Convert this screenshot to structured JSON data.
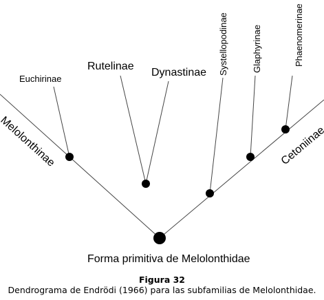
{
  "diagram": {
    "root_label": "Forma primitiva de Melolonthidae",
    "left_branch_label": "Melolonthinae",
    "right_branch_label": "Cetoniinae",
    "leaves": {
      "euchirinae": "Euchirinae",
      "rutelinae": "Rutelinae",
      "dynastinae": "Dynastinae",
      "systellopodinae": "Systellopodinae",
      "glaphyrinae": "Glaphyrinae",
      "phaenomerinae": "Phaenomerinae"
    }
  },
  "caption": {
    "title": "Figura 32",
    "description": "Dendrograma de Endrödi (1966) para las subfamilias de Melolonthidae."
  }
}
